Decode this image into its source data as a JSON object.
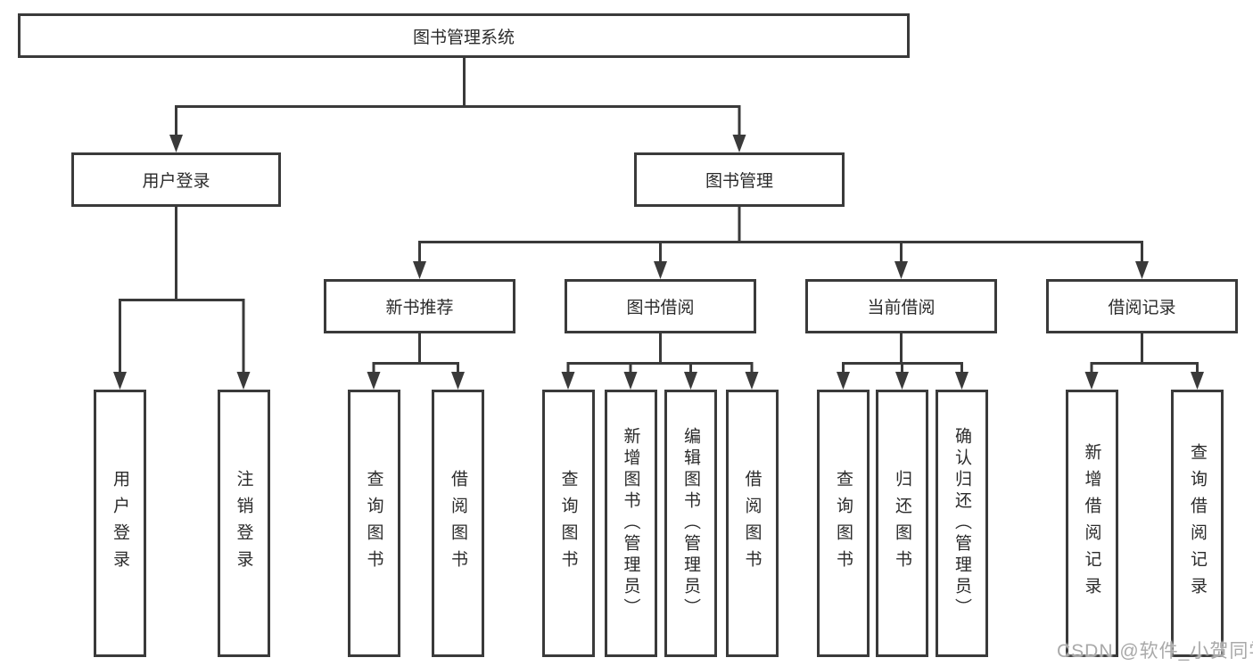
{
  "colors": {
    "line": "#3a3a3a",
    "box_border": "#3a3a3a",
    "box_background": "#ffffff",
    "text": "#2b2b2b",
    "page_background": "#ffffff",
    "watermark": "#a9a9a9"
  },
  "watermark": {
    "text": "CSDN @软件_小贺同学"
  },
  "tree": {
    "label": "图书管理系统",
    "children": [
      {
        "label": "用户登录",
        "children": [
          {
            "label": "用户登录"
          },
          {
            "label": "注销登录"
          }
        ]
      },
      {
        "label": "图书管理",
        "children": [
          {
            "label": "新书推荐",
            "children": [
              {
                "label": "查询图书"
              },
              {
                "label": "借阅图书"
              }
            ]
          },
          {
            "label": "图书借阅",
            "children": [
              {
                "label": "查询图书"
              },
              {
                "label": "新增图书（管理员）"
              },
              {
                "label": "编辑图书（管理员）"
              },
              {
                "label": "借阅图书"
              }
            ]
          },
          {
            "label": "当前借阅",
            "children": [
              {
                "label": "查询图书"
              },
              {
                "label": "归还图书"
              },
              {
                "label": "确认归还（管理员）"
              }
            ]
          },
          {
            "label": "借阅记录",
            "children": [
              {
                "label": "新增借阅记录"
              },
              {
                "label": "查询借阅记录"
              }
            ]
          }
        ]
      }
    ]
  }
}
